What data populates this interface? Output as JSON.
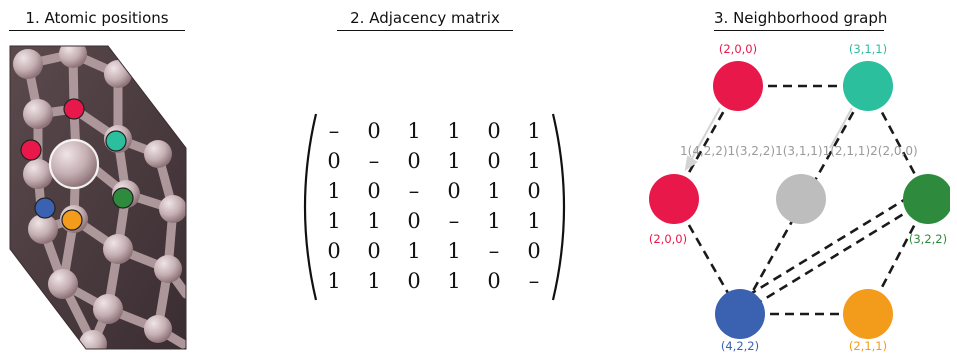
{
  "panels": {
    "atomic_positions": {
      "title": "1. Atomic positions"
    },
    "adjacency_matrix": {
      "title": "2. Adjacency matrix",
      "rows": [
        [
          "–",
          "0",
          "1",
          "1",
          "0",
          "1"
        ],
        [
          "0",
          "–",
          "0",
          "1",
          "0",
          "1"
        ],
        [
          "1",
          "0",
          "–",
          "0",
          "1",
          "0"
        ],
        [
          "1",
          "1",
          "0",
          "–",
          "1",
          "1"
        ],
        [
          "0",
          "0",
          "1",
          "1",
          "–",
          "0"
        ],
        [
          "1",
          "1",
          "0",
          "1",
          "0",
          "–"
        ]
      ]
    },
    "neighborhood_graph": {
      "title": "3. Neighborhood graph",
      "nodes": {
        "top_left": {
          "label": "(2,0,0)",
          "color": "#e8194a"
        },
        "top_right": {
          "label": "(3,1,1)",
          "color": "#2bbf9d"
        },
        "mid_left": {
          "label": "(2,0,0)",
          "color": "#e8194a"
        },
        "center": {
          "label": "",
          "color": "#bdbdbd"
        },
        "mid_right": {
          "label": "(3,2,2)",
          "color": "#2e8b3e"
        },
        "bottom_left": {
          "label": "(4,2,2)",
          "color": "#3a62b0"
        },
        "bottom_right": {
          "label": "(2,1,1)",
          "color": "#f39c1b"
        }
      },
      "center_edge_labels": [
        "1(4,2,2)",
        "1(3,2,2)",
        "1(3,1,1)",
        "1(2,1,1)",
        "2(2,0,0)"
      ]
    }
  },
  "colors": {
    "red": "#e8194a",
    "teal": "#2bbf9d",
    "green": "#2e8b3e",
    "blue": "#3a62b0",
    "orange": "#f39c1b",
    "gray": "#bdbdbd",
    "lattice": "#b9a1a5"
  }
}
